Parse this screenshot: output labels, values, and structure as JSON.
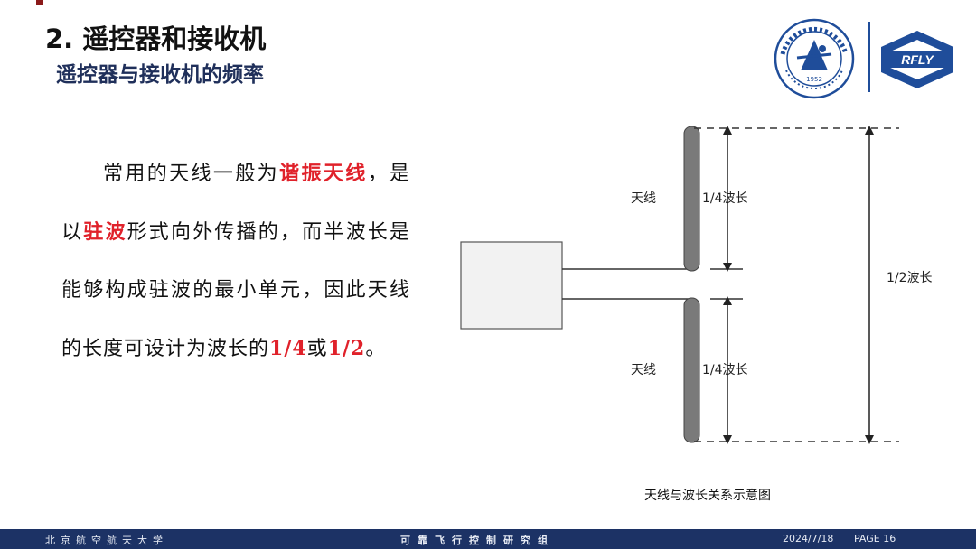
{
  "header": {
    "title": "2. 遥控器和接收机",
    "subtitle": "遥控器与接收机的频率"
  },
  "logos": {
    "rfly_text": "RFLY",
    "buaa_year": "1952"
  },
  "body": {
    "p1": "常用的天线一般为",
    "hl1": "谐振天线",
    "p2": "，是以",
    "hl2": "驻波",
    "p3": "形式向外传播的，而半波长是能够构成驻波的最小单元，因此天线的长度可设计为波长的",
    "hl3": "1/4",
    "p4": "或",
    "hl4": "1/2",
    "p5": "。"
  },
  "diagram": {
    "antenna_top_label": "天线",
    "antenna_bottom_label": "天线",
    "quarter_top_label": "1/4波长",
    "quarter_bottom_label": "1/4波长",
    "half_label": "1/2波长",
    "caption": "天线与波长关系示意图"
  },
  "footer": {
    "left": "北京航空航天大学",
    "center": "可靠飞行控制研究组",
    "date": "2024/7/18",
    "page": "PAGE  16"
  },
  "colors": {
    "accent_red": "#e0212a",
    "footer_bg": "#1c3265",
    "title_dark_blue": "#1f2f5a",
    "antenna_gray": "#7a7a7a"
  }
}
